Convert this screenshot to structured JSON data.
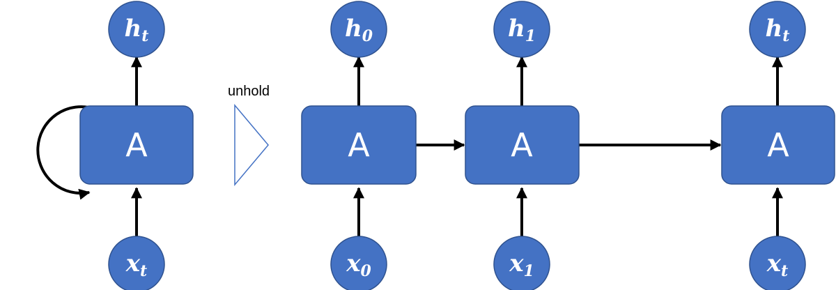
{
  "colors": {
    "node_fill": "#4472C4",
    "node_stroke": "#2F528F",
    "arrow": "#000000",
    "text": "#ffffff",
    "triangle_stroke": "#4472C4"
  },
  "unroll_label": "unhold",
  "folded": {
    "cell_label": "A",
    "output": {
      "base": "h",
      "sub": "t"
    },
    "input": {
      "base": "x",
      "sub": "t"
    }
  },
  "unrolled": [
    {
      "cell_label": "A",
      "output": {
        "base": "h",
        "sub": "0"
      },
      "input": {
        "base": "x",
        "sub": "0"
      }
    },
    {
      "cell_label": "A",
      "output": {
        "base": "h",
        "sub": "1"
      },
      "input": {
        "base": "x",
        "sub": "1"
      }
    },
    {
      "cell_label": "A",
      "output": {
        "base": "h",
        "sub": "t"
      },
      "input": {
        "base": "x",
        "sub": "t"
      }
    }
  ]
}
